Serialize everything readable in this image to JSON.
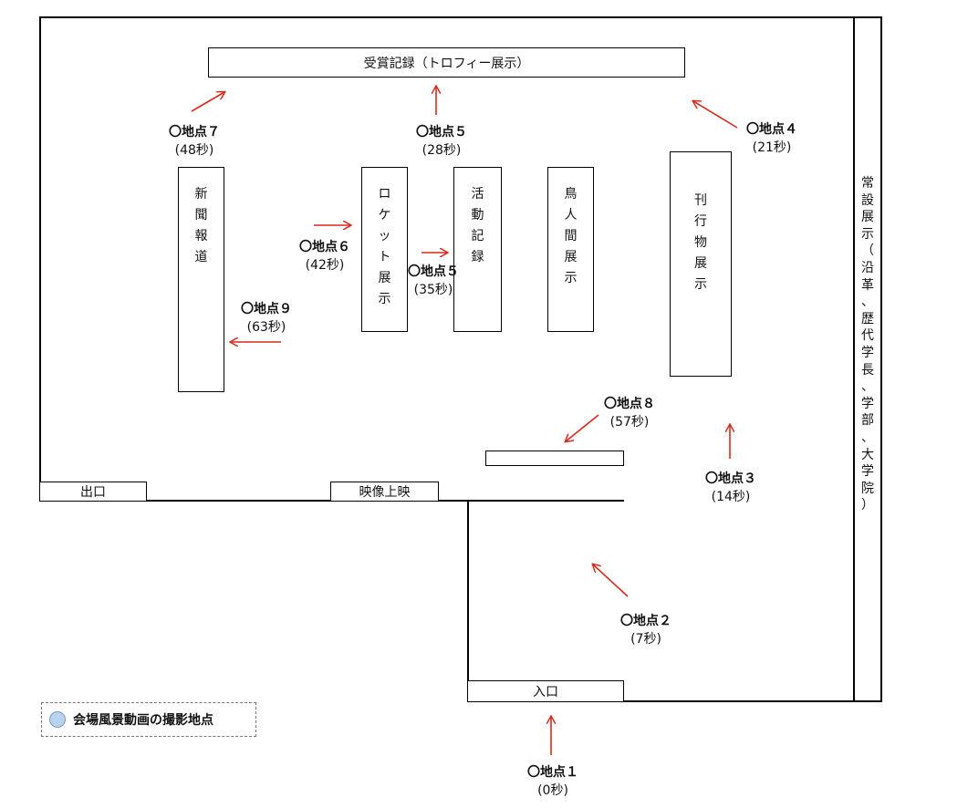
{
  "title_board": "受賞記録（トロフィー展示）",
  "exhibits": {
    "shinbun": [
      "新",
      "聞",
      "報",
      "道"
    ],
    "rocket": [
      "ロ",
      "ケ",
      "ッ",
      "ト",
      "展",
      "示"
    ],
    "katsudo": [
      "活",
      "動",
      "記",
      "録"
    ],
    "torijin": [
      "鳥",
      "人",
      "間",
      "展",
      "示"
    ],
    "kankou": [
      "刊",
      "行",
      "物",
      "展",
      "示"
    ],
    "jousetsu": [
      "常",
      "設",
      "展",
      "示",
      "（",
      "沿",
      "革",
      "、",
      "歴",
      "代",
      "学",
      "長",
      "、",
      "学",
      "部",
      "、",
      "大",
      "学",
      "院",
      "）"
    ]
  },
  "doors": {
    "exit": "出口",
    "video": "映像上映",
    "entrance": "入口"
  },
  "points": [
    {
      "id": "p1",
      "title": "〇地点１",
      "time": "(0秒)"
    },
    {
      "id": "p2",
      "title": "〇地点２",
      "time": "(7秒)"
    },
    {
      "id": "p3",
      "title": "〇地点３",
      "time": "(14秒)"
    },
    {
      "id": "p4",
      "title": "〇地点４",
      "time": "(21秒)"
    },
    {
      "id": "p5a",
      "title": "〇地点５",
      "time": "(28秒)"
    },
    {
      "id": "p5b",
      "title": "〇地点５",
      "time": "(35秒)"
    },
    {
      "id": "p6",
      "title": "〇地点６",
      "time": "(42秒)"
    },
    {
      "id": "p7",
      "title": "〇地点７",
      "time": "(48秒)"
    },
    {
      "id": "p8",
      "title": "〇地点８",
      "time": "(57秒)"
    },
    {
      "id": "p9",
      "title": "〇地点９",
      "time": "(63秒)"
    }
  ],
  "legend": {
    "icon": "blue-circle-icon",
    "text": "会場風景動画の撮影地点"
  },
  "colors": {
    "arrow": "#d9291c",
    "wall": "#000000",
    "legend_dot": "#b8d3ef"
  }
}
